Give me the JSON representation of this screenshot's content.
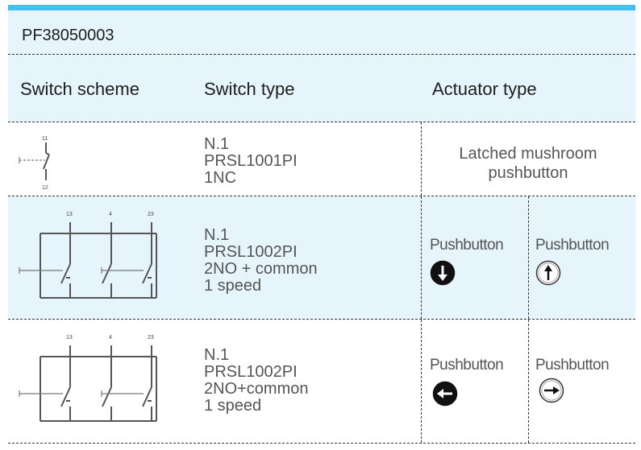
{
  "product_code": "PF38050003",
  "headers": {
    "scheme": "Switch scheme",
    "type": "Switch type",
    "actuator": "Actuator type"
  },
  "rows": [
    {
      "scheme_labels": {
        "top": "11",
        "bottom": "12"
      },
      "type_lines": [
        "N.1",
        "PRSL1001PI",
        "1NC"
      ],
      "actuator_lines": [
        "Latched mushroom",
        "pushbutton"
      ]
    },
    {
      "scheme_labels": {
        "left": "13",
        "mid": "4",
        "right": "23"
      },
      "type_lines": [
        "N.1",
        "PRSL1002PI",
        "2NO + common",
        "1 speed"
      ],
      "actuator_left": {
        "label": "Pushbutton",
        "icon": "arrow-down-filled-icon"
      },
      "actuator_right": {
        "label": "Pushbutton",
        "icon": "arrow-up-outline-icon"
      }
    },
    {
      "scheme_labels": {
        "left": "13",
        "mid": "4",
        "right": "23"
      },
      "type_lines": [
        "N.1",
        "PRSL1002PI",
        "2NO+common",
        "1 speed"
      ],
      "actuator_left": {
        "label": "Pushbutton",
        "icon": "arrow-left-filled-icon"
      },
      "actuator_right": {
        "label": "Pushbutton",
        "icon": "arrow-right-outline-icon"
      }
    }
  ],
  "colors": {
    "accent": "#45c0ee",
    "header_bg": "#e6f4fc"
  }
}
